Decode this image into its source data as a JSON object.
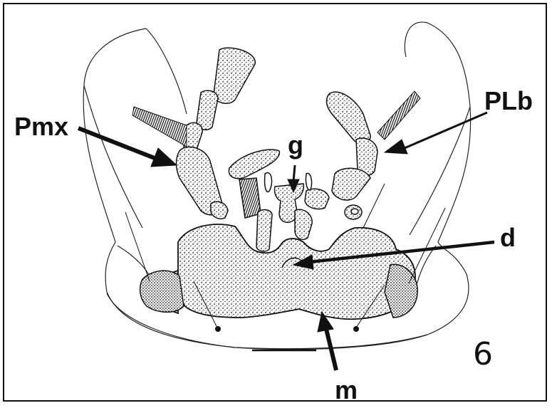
{
  "figure": {
    "number": "6",
    "labels": {
      "pmx": "Pmx",
      "plb": "PLb",
      "g": "g",
      "d": "d",
      "m": "m"
    }
  }
}
